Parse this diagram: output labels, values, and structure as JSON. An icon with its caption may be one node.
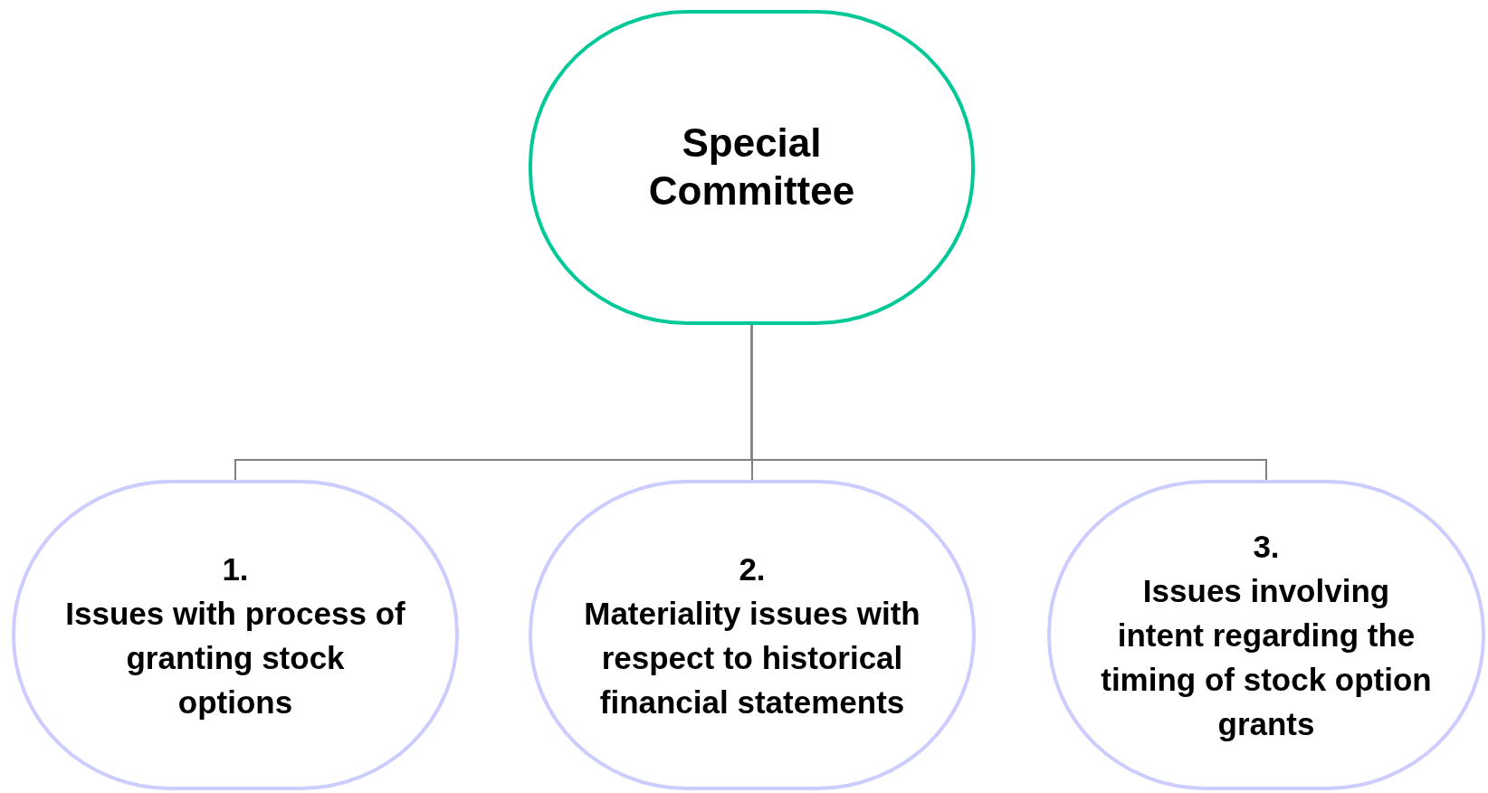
{
  "diagram": {
    "nodes": [
      {
        "text": [
          "Special Committee"
        ]
      },
      {
        "text": [
          "1.",
          "Issues with process of granting stock options"
        ]
      },
      {
        "text": [
          "2.",
          "Materiality issues with respect to historical financial statements"
        ]
      },
      {
        "text": [
          "3.",
          "Issues involving intent regarding the timing of stock option grants"
        ]
      }
    ],
    "edges": [
      {
        "from": 0,
        "to": 1,
        "arrow": "none"
      },
      {
        "from": 0,
        "to": 2,
        "arrow": "none"
      },
      {
        "from": 0,
        "to": 3,
        "arrow": "none"
      }
    ]
  }
}
